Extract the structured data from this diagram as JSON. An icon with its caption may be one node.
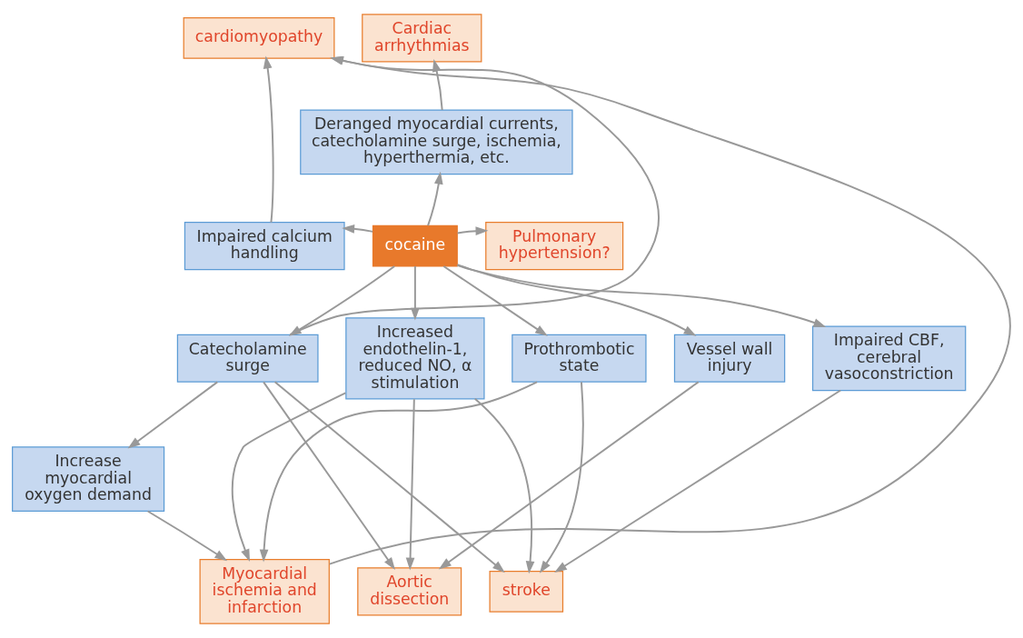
{
  "diagram": {
    "nodes": [
      {
        "text": [
          "Cardiac arrhythmias"
        ]
      },
      {
        "text": [
          "cardiomyopathy"
        ]
      },
      {
        "text": [
          "Deranged myocardial currents, catecholamine surge, ischemia, hyperthermia, etc."
        ]
      },
      {
        "text": [
          "Impaired calcium handling"
        ]
      },
      {
        "text": [
          "cocaine"
        ]
      },
      {
        "text": [
          "Pulmonary hypertension?"
        ]
      },
      {
        "text": [
          "Catecholamine surge"
        ]
      },
      {
        "text": [
          "Increased endothelin-1, reduced NO, α stimulation"
        ]
      },
      {
        "text": [
          "Prothrombotic state"
        ]
      },
      {
        "text": [
          "Vessel wall injury"
        ]
      },
      {
        "text": [
          "Impaired CBF, cerebral vasoconstriction"
        ]
      },
      {
        "text": [
          "Increase myocardial oxygen demand"
        ]
      },
      {
        "text": [
          "Myocardial ischemia and infarction"
        ]
      },
      {
        "text": [
          "stroke"
        ]
      },
      {
        "text": [
          "Aortic dissection"
        ]
      }
    ],
    "edges": [
      {
        "from": 4,
        "to": 2,
        "arrow": "to"
      },
      {
        "from": 2,
        "to": 0,
        "arrow": "to"
      },
      {
        "from": 4,
        "to": 3,
        "arrow": "to"
      },
      {
        "from": 3,
        "to": 1,
        "arrow": "to"
      },
      {
        "from": 4,
        "to": 5,
        "arrow": "to"
      },
      {
        "from": 4,
        "to": 6,
        "arrow": "to"
      },
      {
        "from": 4,
        "to": 7,
        "arrow": "to"
      },
      {
        "from": 4,
        "to": 8,
        "arrow": "to"
      },
      {
        "from": 4,
        "to": 9,
        "arrow": "to"
      },
      {
        "from": 4,
        "to": 10,
        "arrow": "to"
      },
      {
        "from": 6,
        "to": 1,
        "arrow": "to"
      },
      {
        "from": 6,
        "to": 11,
        "arrow": "to"
      },
      {
        "from": 11,
        "to": 12,
        "arrow": "to"
      },
      {
        "from": 12,
        "to": 1,
        "arrow": "to"
      },
      {
        "from": 6,
        "to": 14,
        "arrow": "to"
      },
      {
        "from": 6,
        "to": 13,
        "arrow": "to"
      },
      {
        "from": 7,
        "to": 12,
        "arrow": "to"
      },
      {
        "from": 7,
        "to": 14,
        "arrow": "to"
      },
      {
        "from": 7,
        "to": 13,
        "arrow": "to"
      },
      {
        "from": 8,
        "to": 12,
        "arrow": "to"
      },
      {
        "from": 8,
        "to": 13,
        "arrow": "to"
      },
      {
        "from": 9,
        "to": 14,
        "arrow": "to"
      },
      {
        "from": 10,
        "to": 13,
        "arrow": "to"
      }
    ]
  }
}
